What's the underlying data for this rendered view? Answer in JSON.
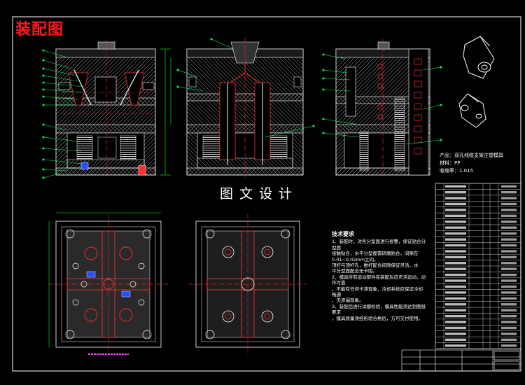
{
  "title": "装配图",
  "watermark": "图文设计",
  "product_info": {
    "product": "产品：双孔线缆支架注塑模具",
    "material": "材料：PP",
    "shrinkage": "收缩率：1.015"
  },
  "tech_requirements": {
    "heading": "技术要求",
    "lines": [
      "1、装配时，对各分型面进行修整，保证贴合分型面",
      "接触贴合，水平分型面需研磨贴合，间隙在",
      "0.01~0.02mm之间。",
      "顶杆与顶杆孔，推杆配合间隙保证灵活，水",
      "平分型面配合无卡阻。",
      "2、模具所有运动部件在装配后应灵活运动，动作可靠",
      "，不能有任何卡滞现象，冷却系统应保证冷却畅通",
      "，无渗漏现象。",
      "3、装配后进行试模检验，模具性能须达到图纸要求",
      "，模具质量须经检验合格后，方可交付使用。"
    ]
  },
  "parts_table": {
    "rows": 28
  },
  "colors": {
    "background": "#000000",
    "outline": "#ffffff",
    "hatch": "#b0b0b0",
    "centerline": "#ff2020",
    "leader": "#00ff66",
    "dimension": "#00ff00",
    "part_red": "#ff3030",
    "border": "#ffffff",
    "accent_magenta": "#ff40ff",
    "accent_blue": "#2050ff"
  }
}
